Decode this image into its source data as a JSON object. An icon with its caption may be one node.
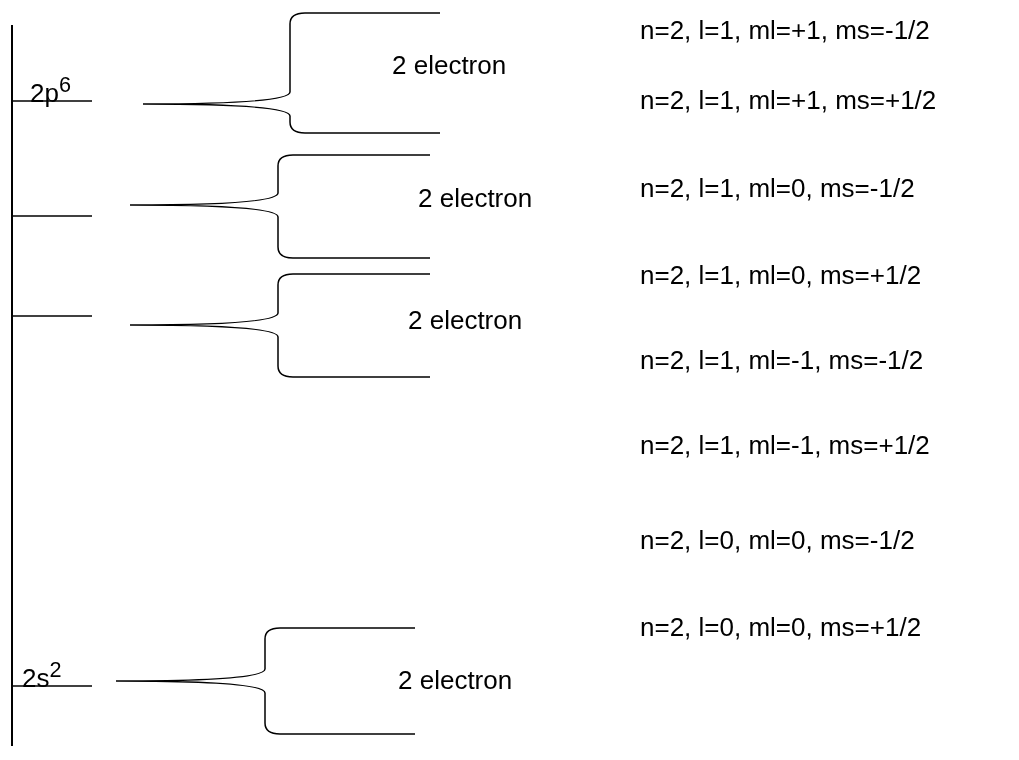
{
  "diagram": {
    "labels": [
      "n=2, l=1, ml=+1, ms=-1/2",
      "2 electron",
      "2p$^{6}$",
      "n=2, l=1, ml=+1, ms=+1/2",
      "2 electron",
      "n=2, l=1, ml=0, ms=-1/2",
      "n=2, l=1, ml=0, ms=+1/2",
      "2 electron",
      "n=2, l=1, ml=-1, ms=-1/2",
      "n=2, l=1, ml=-1, ms=+1/2",
      "n=2, l=0, ml=0, ms=-1/2",
      "n=2, l=0, ml=0, ms=+1/2",
      "2s$^{2}$",
      "2 electron"
    ]
  }
}
